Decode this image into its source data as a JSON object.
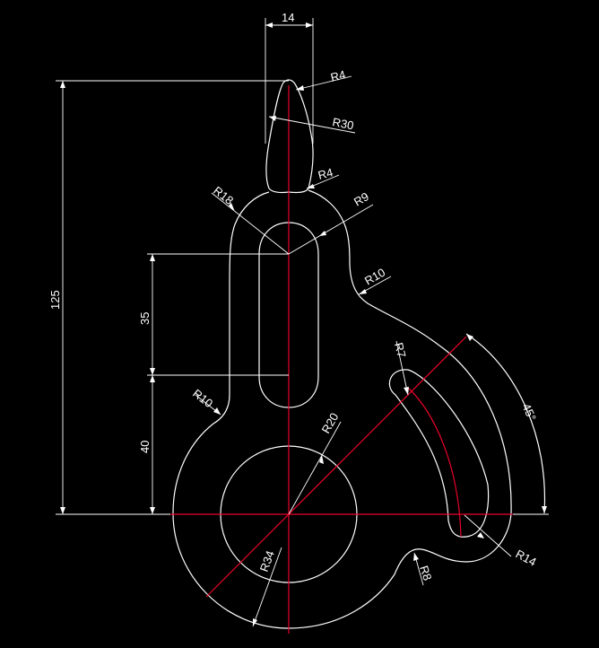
{
  "colors": {
    "background": "#000000",
    "outline": "#ffffff",
    "centerline": "#e8002a",
    "dimension": "#ffffff"
  },
  "dimensions": {
    "width_14": "14",
    "height_125": "125",
    "height_35": "35",
    "height_40": "40",
    "angle_45": "45°"
  },
  "radii": {
    "r4_top": "R4",
    "r30": "R30",
    "r4_neck": "R4",
    "r18": "R18",
    "r9": "R9",
    "r10_right": "R10",
    "r7": "R7",
    "r10_left": "R10",
    "r20": "R20",
    "r34": "R34",
    "r8": "R8",
    "r14": "R14"
  }
}
